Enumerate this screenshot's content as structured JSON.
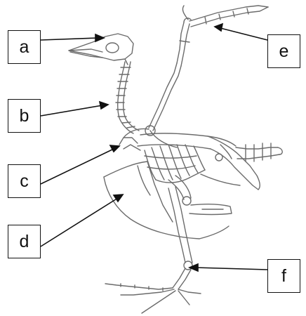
{
  "labels": {
    "a": "a",
    "b": "b",
    "c": "c",
    "d": "d",
    "e": "e",
    "f": "f"
  },
  "colors": {
    "line": "#111111",
    "bone_outline": "#6b6b6b",
    "background": "#ffffff"
  }
}
